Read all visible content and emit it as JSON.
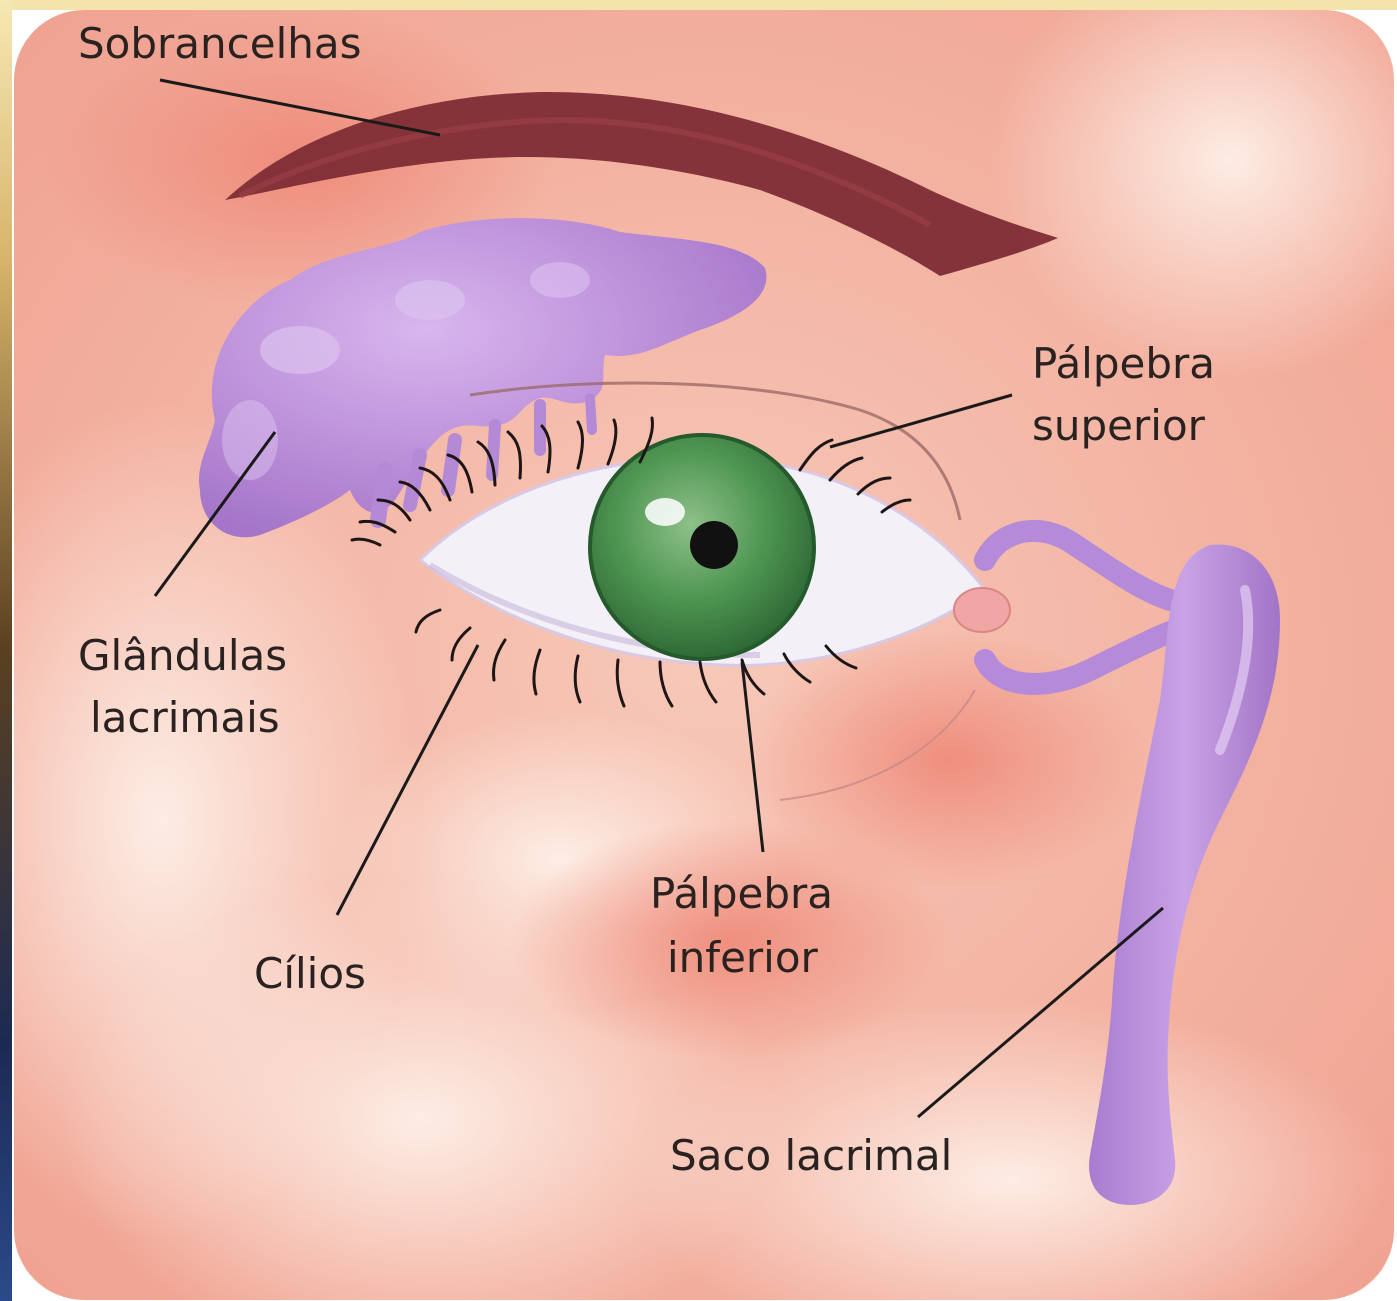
{
  "labels": {
    "eyebrows": "Sobrancelhas",
    "upper_eyelid_line1": "Pálpebra",
    "upper_eyelid_line2": "superior",
    "lacrimal_glands_line1": "Glândulas",
    "lacrimal_glands_line2": "lacrimais",
    "eyelashes": "Cílios",
    "lower_eyelid_line1": "Pálpebra",
    "lower_eyelid_line2": "inferior",
    "lacrimal_sac": "Saco lacrimal"
  },
  "colors": {
    "skin": "#f6c2b2",
    "skin_light": "#fbe6dc",
    "skin_deep": "#ef8f80",
    "eyebrow": "#7e2c35",
    "gland": "#b98ad6",
    "iris": "#3f8a45",
    "pupil": "#111111",
    "sclera": "#f4f1f6",
    "leader_line": "#1a1a1a"
  }
}
